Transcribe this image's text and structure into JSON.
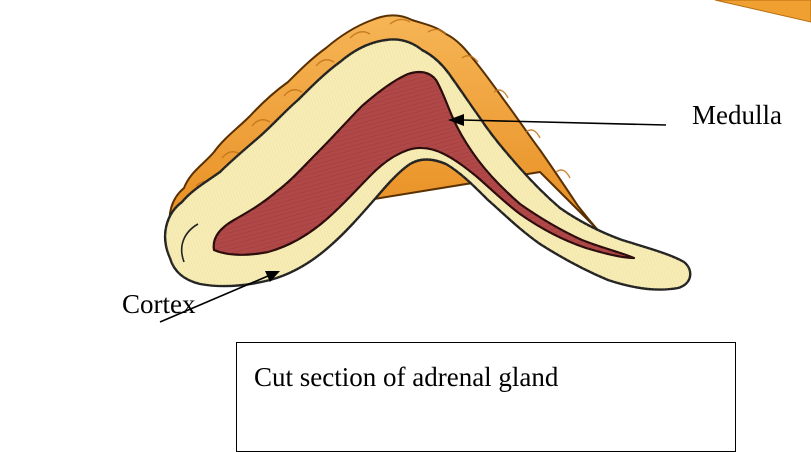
{
  "labels": {
    "medulla": "Medulla",
    "cortex": "Cortex"
  },
  "caption": "Cut section of adrenal gland",
  "colors": {
    "outer_capsule": "#f0a030",
    "cortex": "#f6ecb4",
    "medulla": "#b04848",
    "outline": "#222222"
  }
}
